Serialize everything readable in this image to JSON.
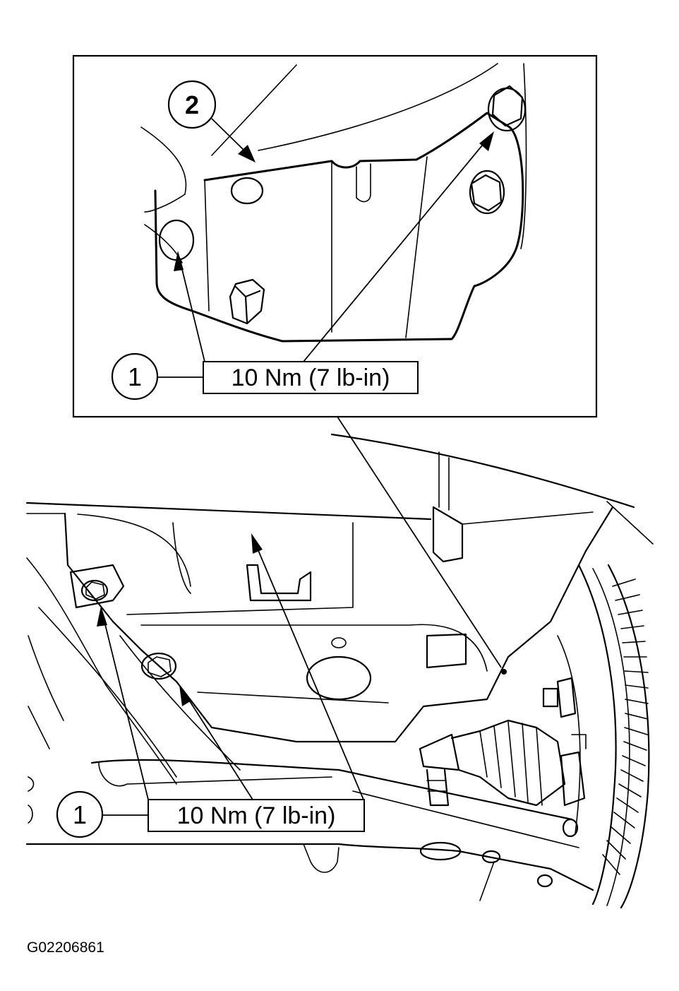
{
  "inset": {
    "callout_1": "1",
    "callout_2": "2",
    "torque_spec": "10 Nm (7 lb-in)"
  },
  "main_view": {
    "callout_1": "1",
    "torque_spec": "10 Nm (7 lb-in)"
  },
  "figure_id": "G02206861"
}
